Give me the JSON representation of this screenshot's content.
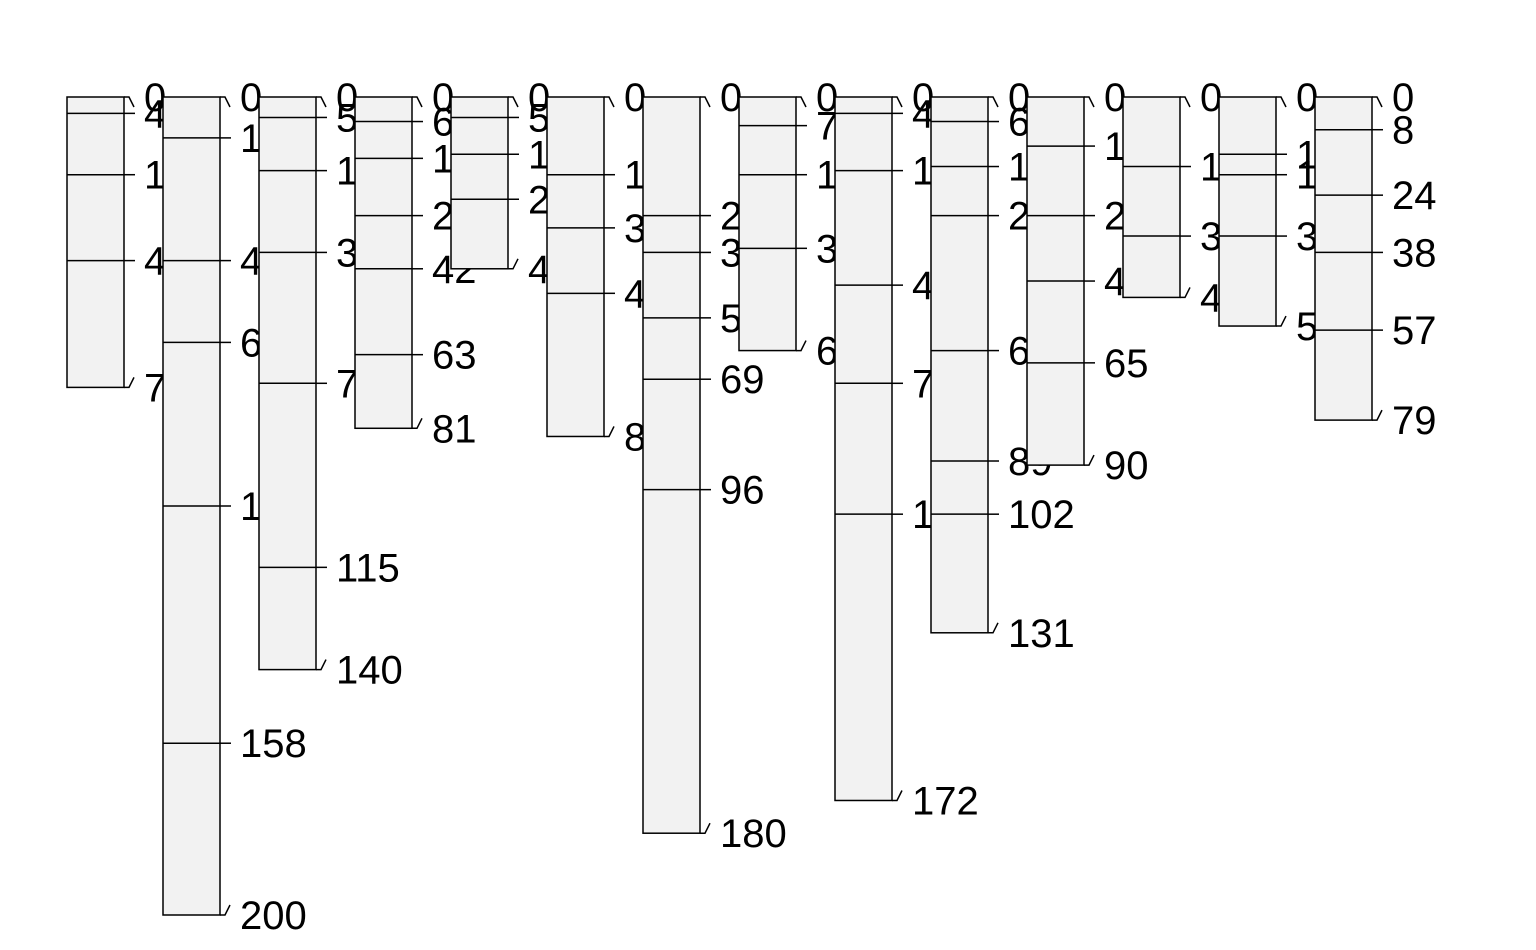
{
  "chart_data": {
    "type": "depth-profile-columns",
    "title": "",
    "xlabel": "",
    "ylabel": "",
    "colors": {
      "fill": "#f2f2f2",
      "stroke": "#000000",
      "text": "#000000"
    },
    "columns": [
      {
        "id": "p1",
        "horizon_depths": [
          0,
          4,
          19,
          40,
          71
        ],
        "visible_labels": [
          "0",
          "4",
          "1",
          "4",
          "7"
        ]
      },
      {
        "id": "p2",
        "horizon_depths": [
          0,
          10,
          40,
          60,
          100,
          158,
          200
        ],
        "visible_labels": [
          "0",
          "1",
          "4",
          "6",
          "1",
          "158",
          "200"
        ]
      },
      {
        "id": "p3",
        "horizon_depths": [
          0,
          5,
          18,
          38,
          70,
          115,
          140
        ],
        "visible_labels": [
          "0",
          "5",
          "1",
          "3",
          "7",
          "115",
          "140"
        ]
      },
      {
        "id": "p4",
        "horizon_depths": [
          0,
          6,
          15,
          29,
          42,
          63,
          81
        ],
        "visible_labels": [
          "0",
          "6",
          "1",
          "2",
          "42",
          "63",
          "81"
        ]
      },
      {
        "id": "p5",
        "horizon_depths": [
          0,
          5,
          14,
          25,
          42
        ],
        "visible_labels": [
          "0",
          "5",
          "1",
          "2",
          "4"
        ]
      },
      {
        "id": "p6",
        "horizon_depths": [
          0,
          19,
          32,
          48,
          83
        ],
        "visible_labels": [
          "0",
          "1",
          "3",
          "4",
          "8"
        ]
      },
      {
        "id": "p7",
        "horizon_depths": [
          0,
          29,
          38,
          54,
          69,
          96,
          180
        ],
        "visible_labels": [
          "0",
          "2",
          "3",
          "5",
          "69",
          "96",
          "180"
        ]
      },
      {
        "id": "p8",
        "horizon_depths": [
          0,
          7,
          19,
          37,
          62
        ],
        "visible_labels": [
          "0",
          "7",
          "1",
          "3",
          "6"
        ]
      },
      {
        "id": "p9",
        "horizon_depths": [
          0,
          4,
          18,
          46,
          70,
          102,
          172
        ],
        "visible_labels": [
          "0",
          "4",
          "1",
          "4",
          "7",
          "1",
          "172"
        ]
      },
      {
        "id": "p10",
        "horizon_depths": [
          0,
          6,
          17,
          29,
          62,
          89,
          102,
          131
        ],
        "visible_labels": [
          "0",
          "6",
          "1",
          "2",
          "6",
          "89",
          "102",
          "131"
        ]
      },
      {
        "id": "p11",
        "horizon_depths": [
          0,
          12,
          29,
          45,
          65,
          90
        ],
        "visible_labels": [
          "0",
          "1",
          "2",
          "4",
          "65",
          "90"
        ]
      },
      {
        "id": "p12",
        "horizon_depths": [
          0,
          17,
          34,
          49
        ],
        "visible_labels": [
          "0",
          "1",
          "3",
          "4"
        ]
      },
      {
        "id": "p13",
        "horizon_depths": [
          0,
          14,
          19,
          34,
          56
        ],
        "visible_labels": [
          "0",
          "1",
          "1",
          "3",
          "5"
        ]
      },
      {
        "id": "p14",
        "horizon_depths": [
          0,
          8,
          24,
          38,
          57,
          79
        ],
        "visible_labels": [
          "0",
          "8",
          "24",
          "38",
          "57",
          "79"
        ]
      }
    ]
  }
}
